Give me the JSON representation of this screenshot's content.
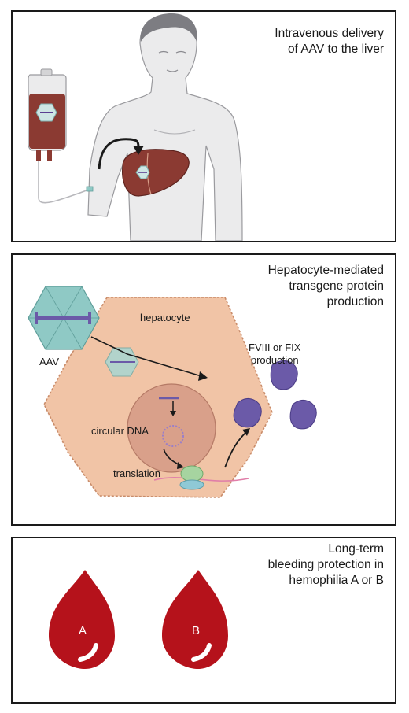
{
  "panel1": {
    "title_line1": "Intravenous delivery",
    "title_line2": "of AAV to the liver"
  },
  "panel2": {
    "title_line1": "Hepatocyte-mediated",
    "title_line2": "transgene protein",
    "title_line3": "production",
    "label_hepatocyte": "hepatocyte",
    "label_product_line1": "FVIII or FIX",
    "label_product_line2": "production",
    "label_aav": "AAV",
    "label_circular_dna": "circular DNA",
    "label_translation": "translation"
  },
  "panel3": {
    "title_line1": "Long-term",
    "title_line2": "bleeding protection in",
    "title_line3": "hemophilia A or B",
    "drop_a_label": "A",
    "drop_b_label": "B"
  },
  "colors": {
    "blood": "#b5121b",
    "hepatocyte": "#f1c4a6",
    "nucleus": "#d9a08a",
    "aav": "#8fc9c5",
    "protein": "#6b5aa8",
    "liver": "#8b3a32"
  }
}
